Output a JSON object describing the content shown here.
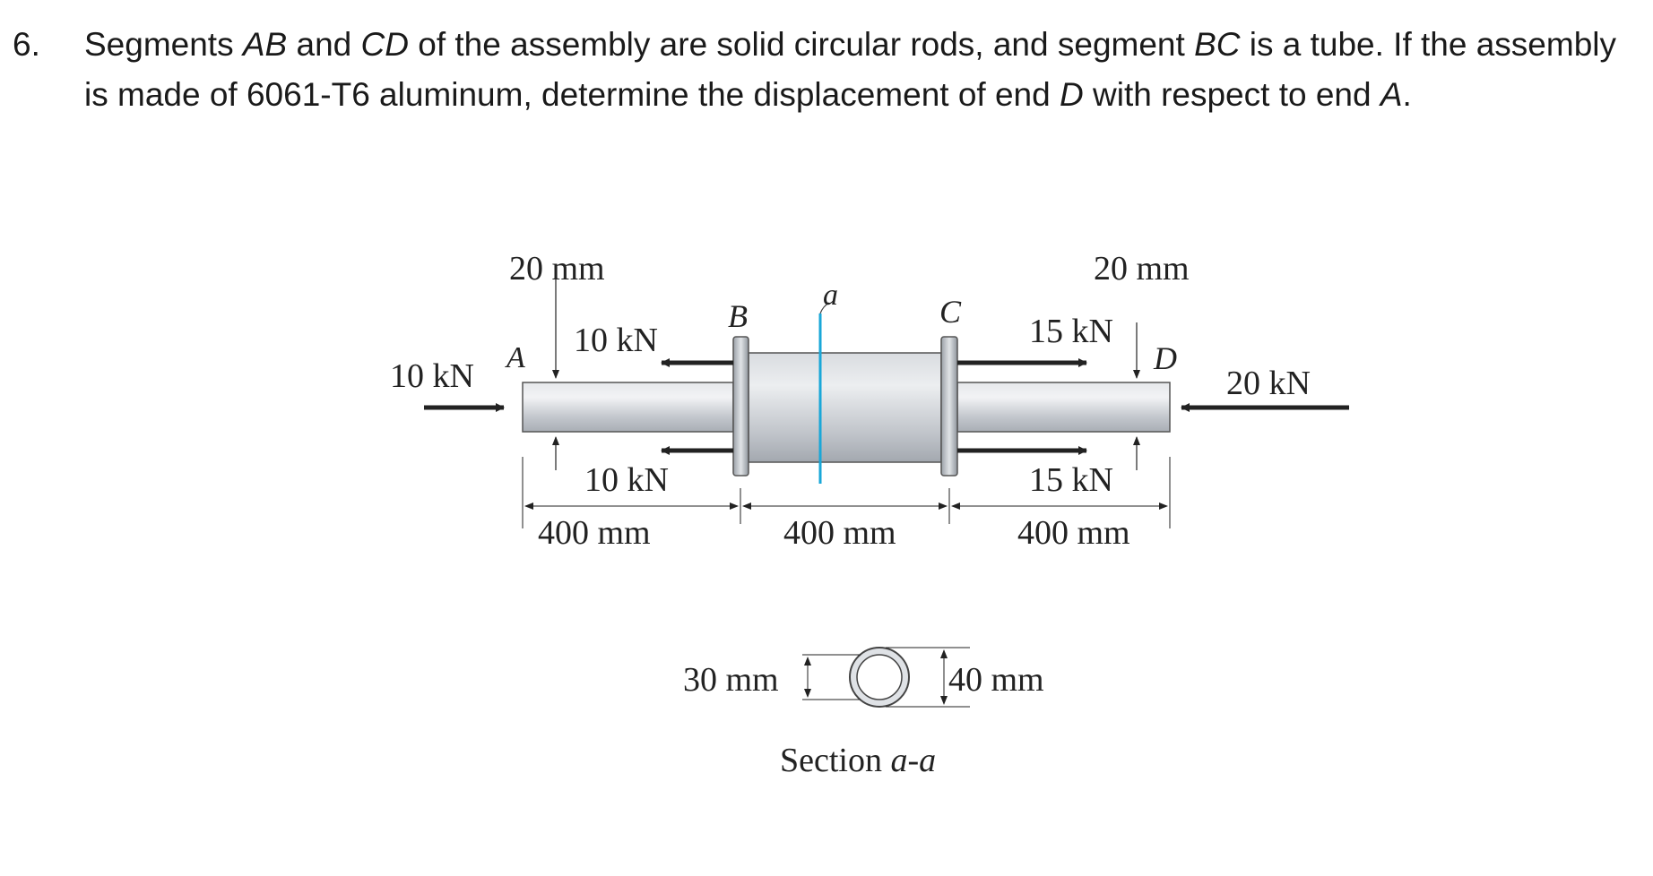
{
  "problem": {
    "number": "6.",
    "text_parts": {
      "p1": "Segments ",
      "ab": "AB",
      "p2": " and ",
      "cd": "CD",
      "p3": " of the assembly are solid circular rods, and segment ",
      "bc": "BC",
      "p4": " is a tube. If the assembly is made of 6061-T6 aluminum, determine the displacement of end ",
      "d": "D",
      "p5": " with respect to end ",
      "a": "A",
      "p6": "."
    }
  },
  "figure": {
    "dims": {
      "dia_left": "20 mm",
      "dia_right": "20 mm",
      "len_ab": "400 mm",
      "len_bc": "400 mm",
      "len_cd": "400 mm",
      "inner_dia": "30 mm",
      "outer_dia": "40 mm"
    },
    "forces": {
      "left_end": "10 kN",
      "b_top": "10 kN",
      "b_bottom": "10 kN",
      "c_top": "15 kN",
      "c_bottom": "15 kN",
      "right_end": "20 kN"
    },
    "points": {
      "a": "A",
      "b": "B",
      "c": "C",
      "d": "D",
      "section_mark": "a"
    },
    "section": {
      "prefix": "Section ",
      "name": "a-a"
    },
    "colors": {
      "rod": "#c9cdd3",
      "section_line": "#1aa7d8"
    }
  }
}
